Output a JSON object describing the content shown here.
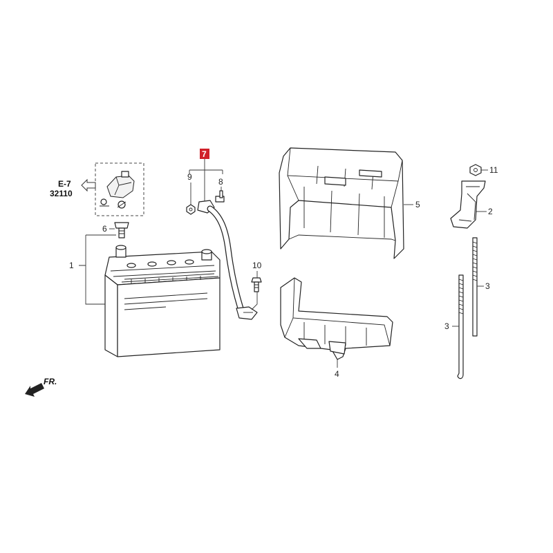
{
  "callouts": {
    "c1": "1",
    "c2": "2",
    "c3a": "3",
    "c3b": "3",
    "c4": "4",
    "c5": "5",
    "c6": "6",
    "c7": "7",
    "c8": "8",
    "c9": "9",
    "c10": "10",
    "c11": "11"
  },
  "reference": {
    "section": "E-7",
    "part_number": "32110"
  },
  "front_indicator": "FR.",
  "highlight_color": "#d0202a"
}
